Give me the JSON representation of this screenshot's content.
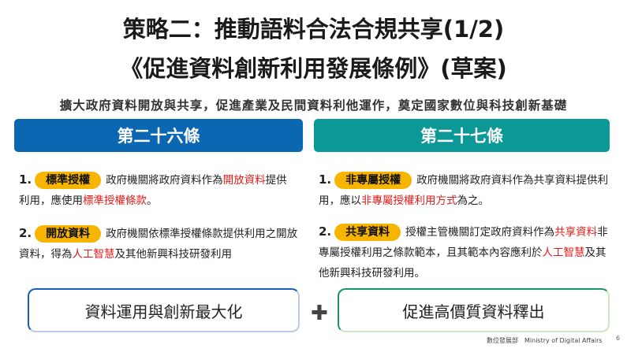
{
  "title_line1": "策略二：推動語料合法合規共享(1/2)",
  "title_line2": "《促進資料創新利用發展條例》(草案)",
  "subtitle": "擴大政府資料開放與共享，促進產業及民間資料利他運作，奠定國家數位與科技創新基礎",
  "left": {
    "header": "第二十六條",
    "items": [
      {
        "num": "1.",
        "tag": "標準授權",
        "segs": [
          [
            "政府機關將政府資料作為",
            false
          ],
          [
            "開放資料",
            true
          ],
          [
            "提供利用，應使用",
            false
          ],
          [
            "標準授權條款",
            true
          ],
          [
            "。",
            false
          ]
        ]
      },
      {
        "num": "2.",
        "tag": "開放資料",
        "segs": [
          [
            "政府機關依標準授權條款提供利用之開放資料，得為",
            false
          ],
          [
            "人工智慧",
            true
          ],
          [
            "及其他新興科技研發利用",
            false
          ]
        ]
      }
    ]
  },
  "right": {
    "header": "第二十七條",
    "items": [
      {
        "num": "1.",
        "tag": "非專屬授權",
        "segs": [
          [
            "政府機關將政府資料作為共享資料提供利用，應以",
            false
          ],
          [
            "非專屬授權利用方式",
            true
          ],
          [
            "為之。",
            false
          ]
        ]
      },
      {
        "num": "2.",
        "tag": "共享資料",
        "segs": [
          [
            "授權主管機關訂定政府資料作為",
            false
          ],
          [
            "共享資料",
            true
          ],
          [
            "非專屬授權利用之條款範本，且其範本內容應利於",
            false
          ],
          [
            "人工智慧",
            true
          ],
          [
            "及其他新興科技研發利用。",
            false
          ]
        ]
      }
    ]
  },
  "box_left": "資料運用與創新最大化",
  "plus": "✚",
  "box_right": "促進高價質資料釋出",
  "footer": "數位發展部　Ministry of Digital Affairs",
  "page_number": "6"
}
